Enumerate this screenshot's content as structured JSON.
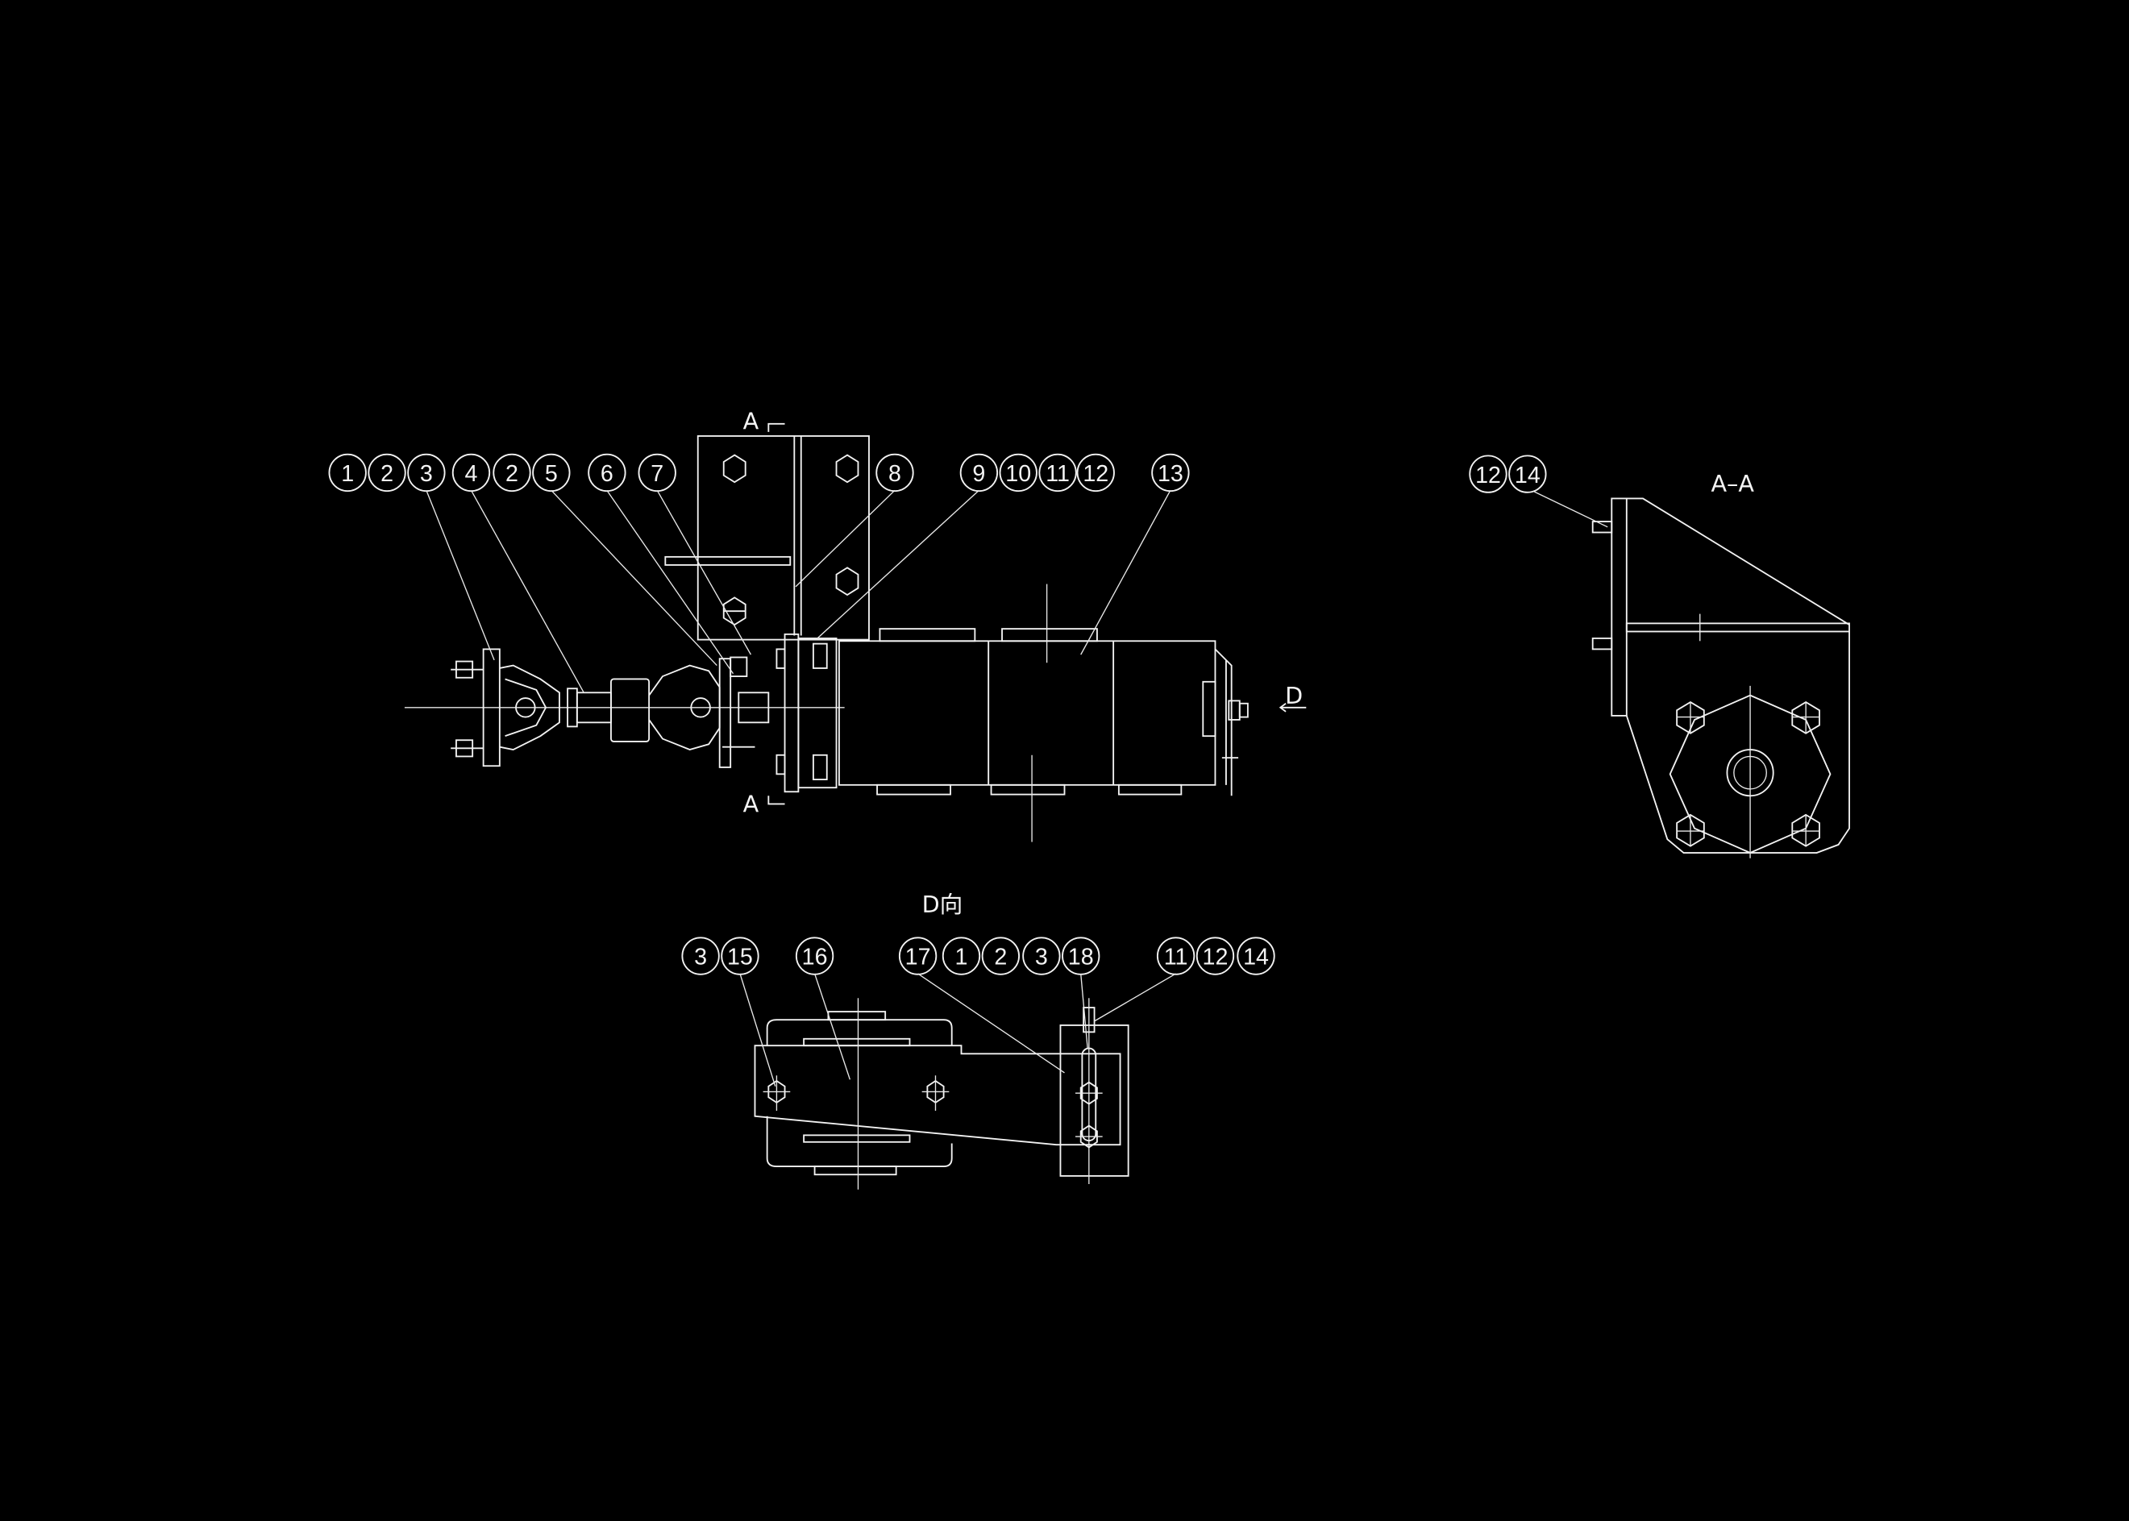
{
  "drawing": {
    "main_view": {
      "balloons": [
        "1",
        "2",
        "3",
        "4",
        "2",
        "5",
        "6",
        "7",
        "8",
        "9",
        "10",
        "11",
        "12",
        "13"
      ],
      "section_mark_top": "A",
      "section_mark_bottom": "A",
      "view_arrow_label": "D"
    },
    "section_view": {
      "title": "A–A",
      "balloons": [
        "12",
        "14"
      ]
    },
    "d_view": {
      "title": "D向",
      "balloons": [
        "3",
        "15",
        "16",
        "17",
        "1",
        "2",
        "3",
        "18",
        "11",
        "12",
        "14"
      ]
    },
    "colors": {
      "background": "#000000",
      "line": "#f2f2f2"
    }
  }
}
